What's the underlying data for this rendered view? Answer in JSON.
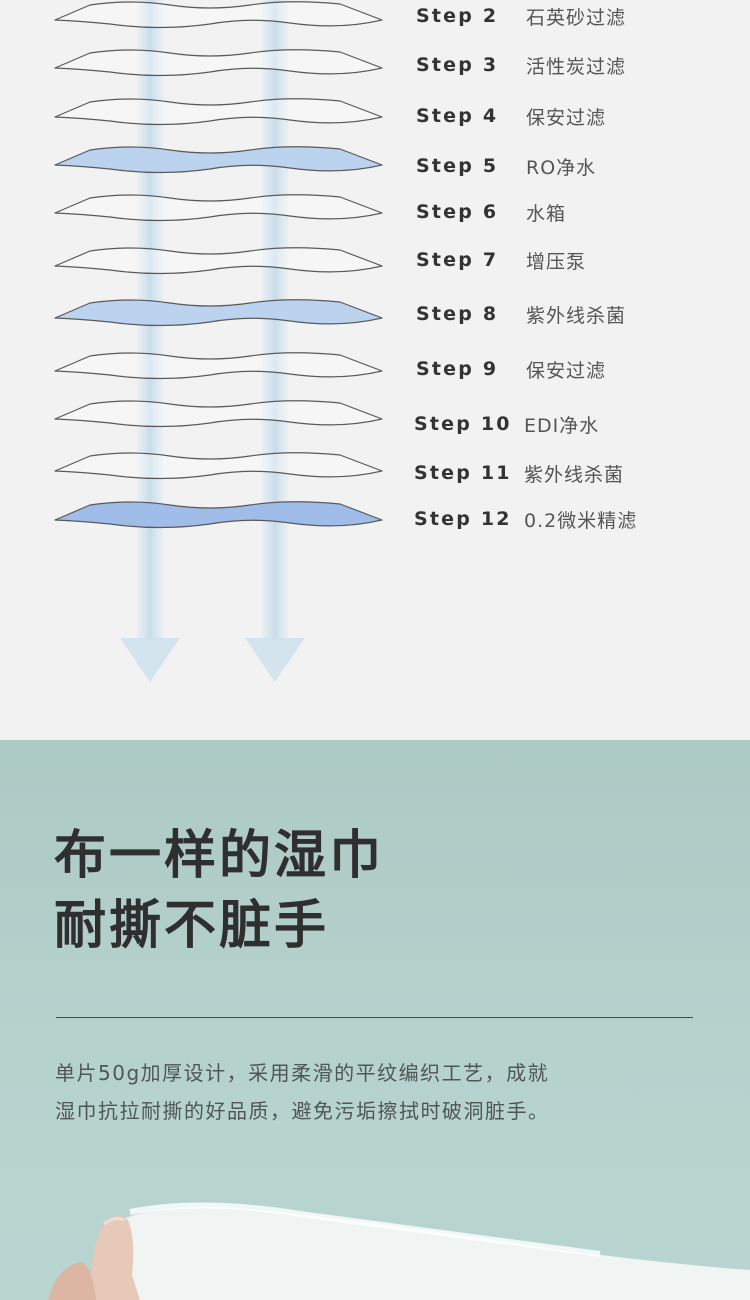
{
  "steps": [
    {
      "label": "Step 2",
      "text": "石英砂过滤"
    },
    {
      "label": "Step 3",
      "text": "活性炭过滤"
    },
    {
      "label": "Step 4",
      "text": "保安过滤"
    },
    {
      "label": "Step 5",
      "text": "RO净水"
    },
    {
      "label": "Step 6",
      "text": "水箱"
    },
    {
      "label": "Step 7",
      "text": "增压泵"
    },
    {
      "label": "Step 8",
      "text": "紫外线杀菌"
    },
    {
      "label": "Step 9",
      "text": "保安过滤"
    },
    {
      "label": "Step 10",
      "text": "EDI净水"
    },
    {
      "label": "Step 11",
      "text": "紫外线杀菌"
    },
    {
      "label": "Step 12",
      "text": "0.2微米精滤"
    }
  ],
  "feature": {
    "headline_line1": "布一样的湿巾",
    "headline_line2": "耐撕不脏手",
    "desc_line1": "单片50g加厚设计，采用柔滑的平纹编织工艺，成就",
    "desc_line2": "湿巾抗拉耐撕的好品质，避免污垢擦拭时破洞脏手。"
  },
  "colors": {
    "top_background": "#f2f2f2",
    "bottom_background": "#b4d0cb",
    "highlight_layer": "#bcd3f0",
    "highlight_layer_strong": "#9fbde8",
    "arrow": "#cfe2ee",
    "text_dark": "#2f2f2f"
  }
}
